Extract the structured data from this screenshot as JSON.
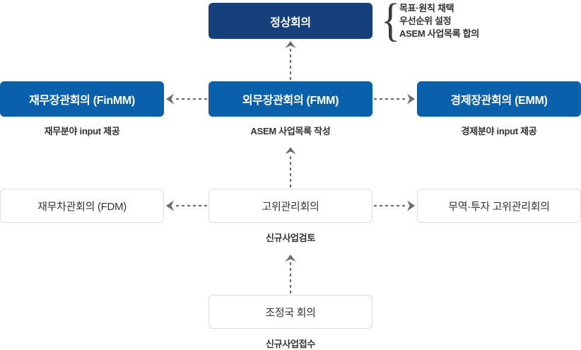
{
  "diagram": {
    "title_hierarchy": "ASEM",
    "colors": {
      "summit_box": "#16407c",
      "minister_box": "#0a60aa",
      "plain_box_border": "#dddddd",
      "plain_box_fill": "#ffffff",
      "connector": "#6e6e6e",
      "text_dark": "#333333",
      "text_light": "#ffffff"
    }
  },
  "boxes": {
    "summit": {
      "label": "정상회의"
    },
    "finmm": {
      "label": "재무장관회의 (FinMM)"
    },
    "fmm": {
      "label": "외무장관회의 (FMM)"
    },
    "emm": {
      "label": "경제장관회의 (EMM)"
    },
    "fdm": {
      "label": "재무차관회의 (FDM)"
    },
    "som": {
      "label": "고위관리회의"
    },
    "ti_som": {
      "label": "무역·투자 고위관리회의"
    },
    "coordinators": {
      "label": "조정국 회의"
    }
  },
  "captions": {
    "finmm": "재무분야 input 제공",
    "fmm": "ASEM 사업목록 작성",
    "emm": "경제분야 input 제공",
    "som": "신규사업검토",
    "coordinators": "신규사업접수"
  },
  "bracket_annotation": {
    "brace": "{",
    "lines": [
      "목표·원칙 채택",
      "우선순위 설정",
      "ASEM 사업목록 합의"
    ]
  },
  "connectors": [
    {
      "name": "fmm-to-summit",
      "direction": "up",
      "style": "dashed"
    },
    {
      "name": "som-to-fmm",
      "direction": "up",
      "style": "dashed"
    },
    {
      "name": "coordinators-to-som",
      "direction": "up",
      "style": "dashed"
    },
    {
      "name": "fmm-to-finmm",
      "direction": "left",
      "style": "dashed"
    },
    {
      "name": "fmm-to-emm",
      "direction": "right",
      "style": "dashed"
    },
    {
      "name": "som-to-fdm",
      "direction": "left",
      "style": "dashed"
    },
    {
      "name": "som-to-ti-som",
      "direction": "right",
      "style": "dashed"
    }
  ]
}
